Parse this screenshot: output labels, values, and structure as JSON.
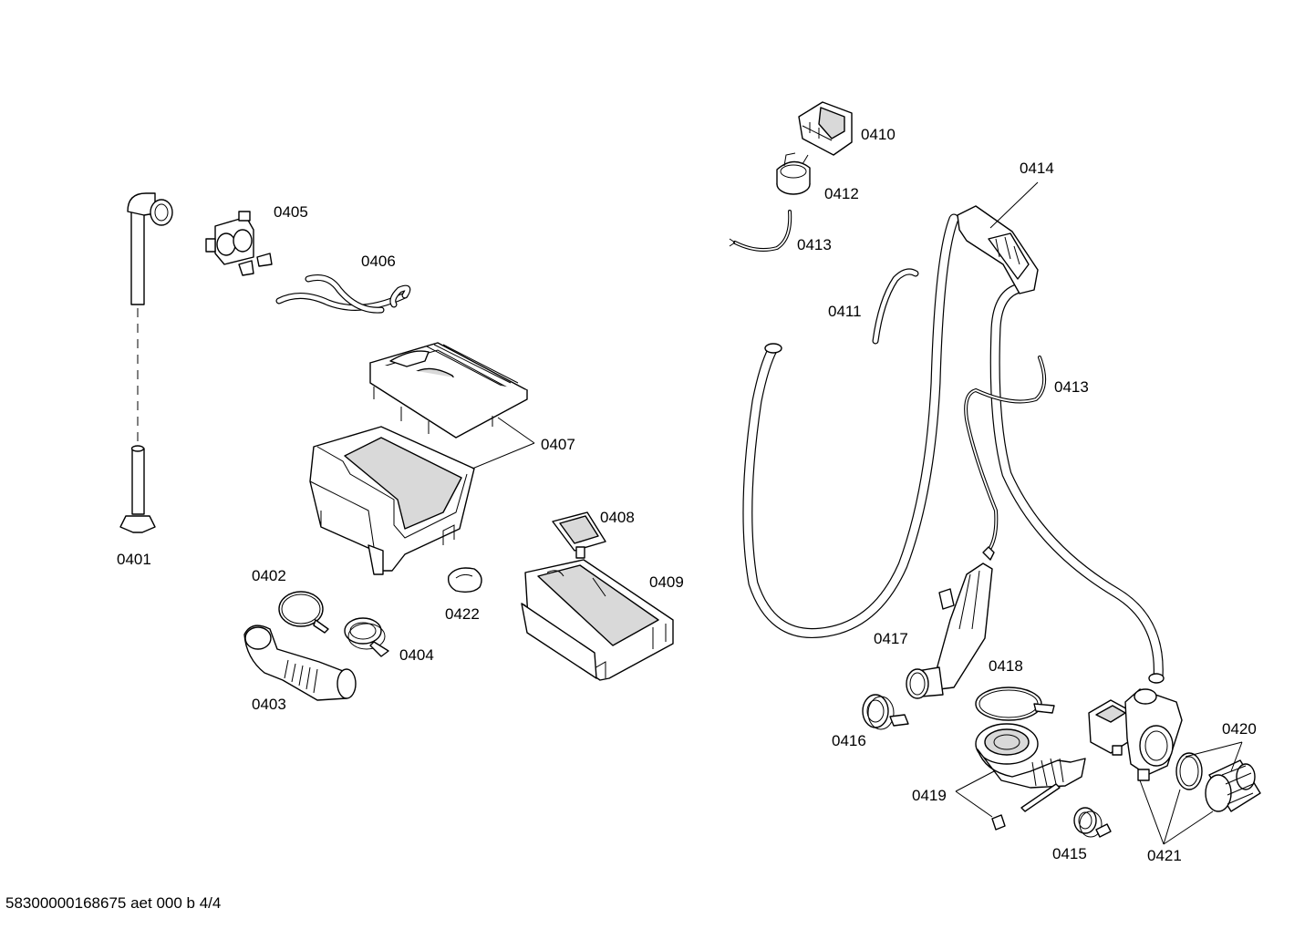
{
  "labels": {
    "p0401": "0401",
    "p0402": "0402",
    "p0403": "0403",
    "p0404": "0404",
    "p0405": "0405",
    "p0406": "0406",
    "p0407": "0407",
    "p0408": "0408",
    "p0409": "0409",
    "p0410": "0410",
    "p0411": "0411",
    "p0412": "0412",
    "p0413a": "0413",
    "p0413b": "0413",
    "p0414": "0414",
    "p0415": "0415",
    "p0416": "0416",
    "p0417": "0417",
    "p0418": "0418",
    "p0419": "0419",
    "p0420": "0420",
    "p0421": "0421",
    "p0422": "0422"
  },
  "footer": "58300000168675 aet 000 b 4/4"
}
